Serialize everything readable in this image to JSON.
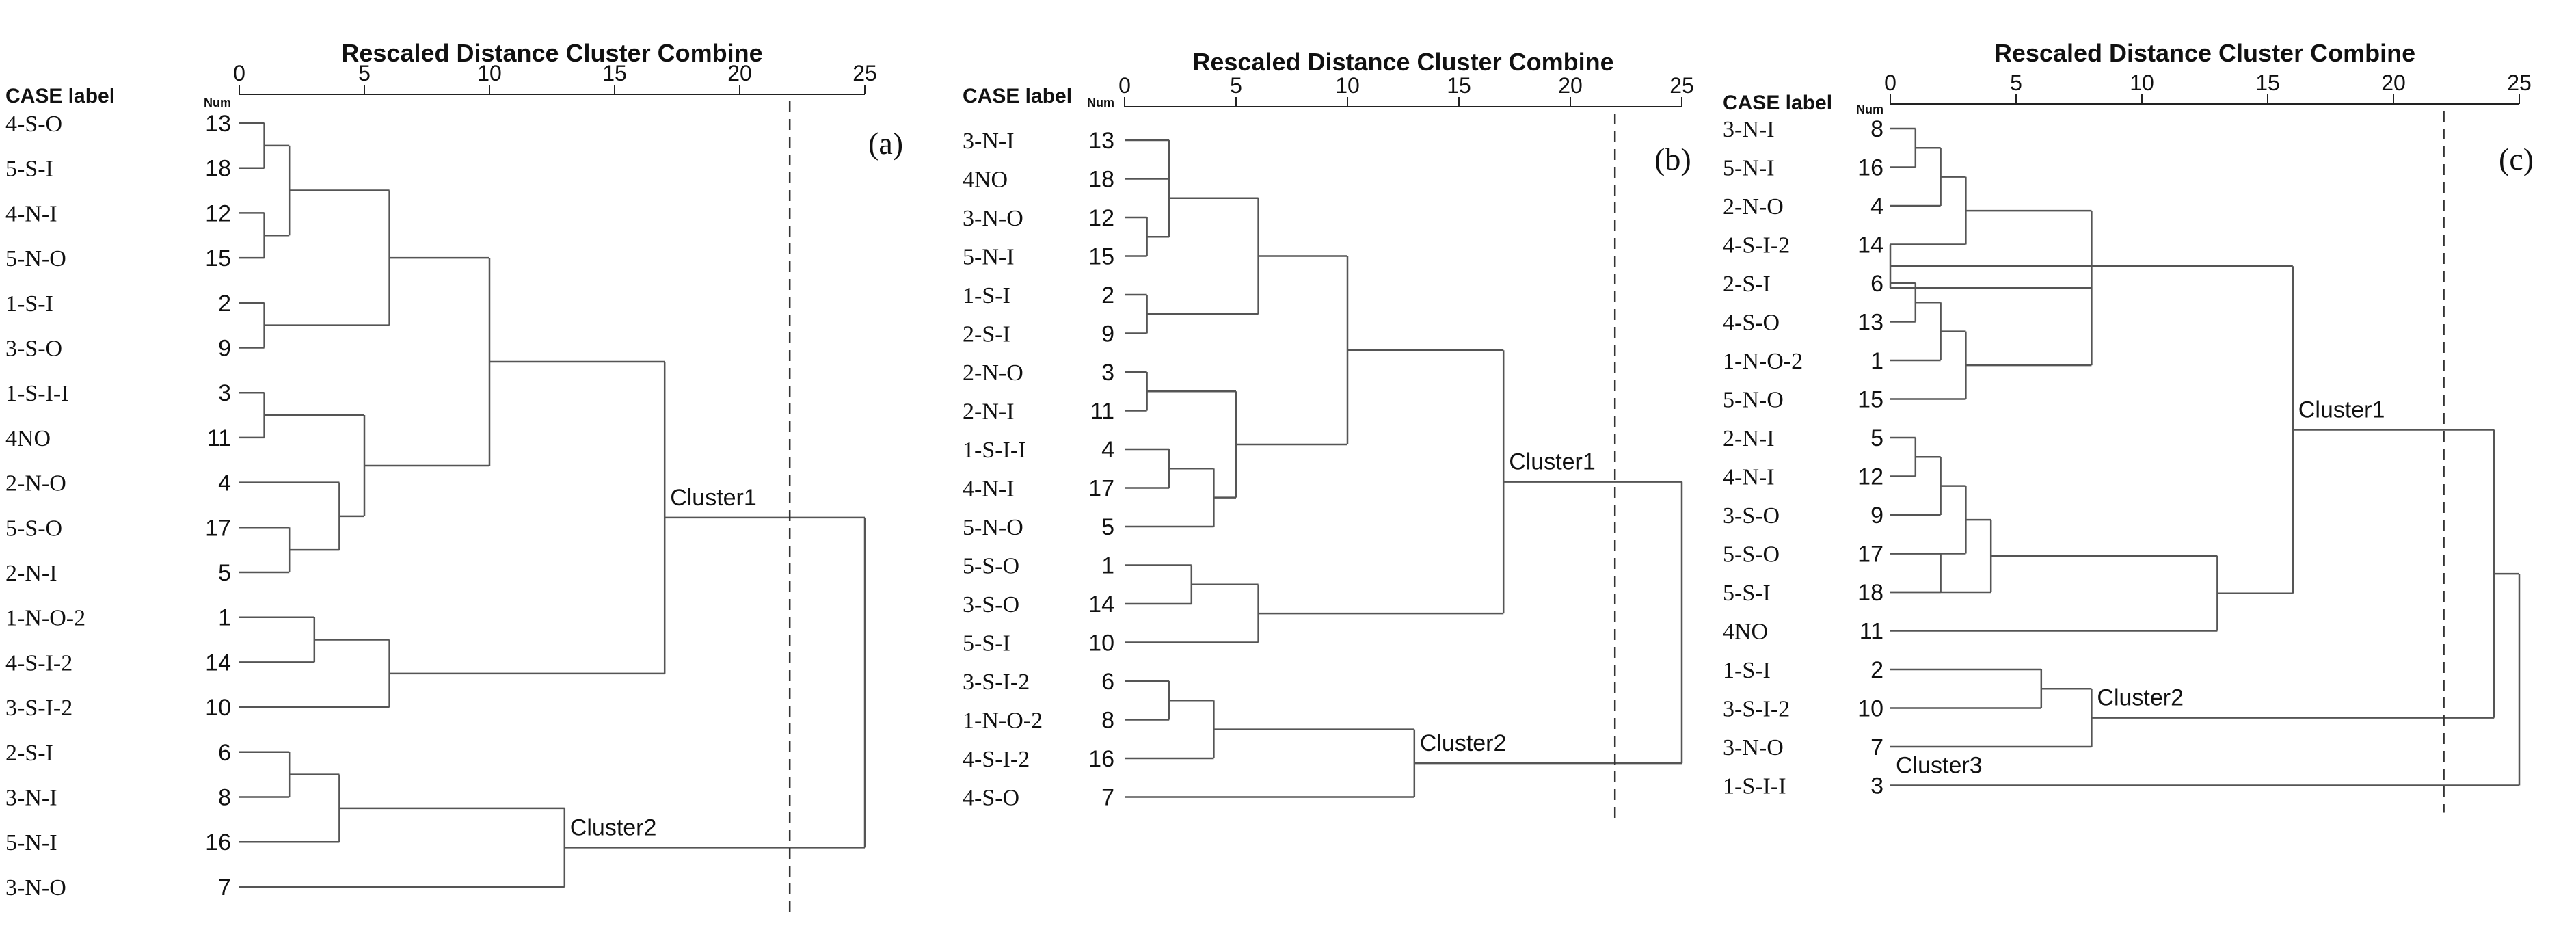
{
  "figure": {
    "panels": [
      {
        "id": "a",
        "title": "Rescaled Distance Cluster Combine",
        "case_label_header": "CASE label",
        "num_header": "Num",
        "panel_label": "(a)",
        "axis_ticks": [
          "0",
          "5",
          "10",
          "15",
          "20",
          "25"
        ],
        "cutoff_value": 22,
        "rows": [
          {
            "label": "4-S-O",
            "num": "13"
          },
          {
            "label": "5-S-I",
            "num": "18"
          },
          {
            "label": "4-N-I",
            "num": "12"
          },
          {
            "label": "5-N-O",
            "num": "15"
          },
          {
            "label": "1-S-I",
            "num": "2"
          },
          {
            "label": "3-S-O",
            "num": "9"
          },
          {
            "label": "1-S-I-I",
            "num": "3"
          },
          {
            "label": "4NO",
            "num": "11"
          },
          {
            "label": "2-N-O",
            "num": "4"
          },
          {
            "label": "5-S-O",
            "num": "17"
          },
          {
            "label": "2-N-I",
            "num": "5"
          },
          {
            "label": "1-N-O-2",
            "num": "1"
          },
          {
            "label": "4-S-I-2",
            "num": "14"
          },
          {
            "label": "3-S-I-2",
            "num": "10"
          },
          {
            "label": "2-S-I",
            "num": "6"
          },
          {
            "label": "3-N-I",
            "num": "8"
          },
          {
            "label": "5-N-I",
            "num": "16"
          },
          {
            "label": "3-N-O",
            "num": "7"
          }
        ],
        "merges": [
          [
            0,
            1,
            1
          ],
          [
            2,
            3,
            1
          ],
          [
            18,
            19,
            2
          ],
          [
            4,
            5,
            1
          ],
          [
            20,
            21,
            6
          ],
          [
            6,
            7,
            1
          ],
          [
            9,
            10,
            2
          ],
          [
            8,
            24,
            4
          ],
          [
            23,
            25,
            5
          ],
          [
            22,
            26,
            10
          ],
          [
            11,
            12,
            3
          ],
          [
            28,
            13,
            6
          ],
          [
            27,
            29,
            17
          ],
          [
            14,
            15,
            2
          ],
          [
            31,
            16,
            4
          ],
          [
            32,
            17,
            13
          ],
          [
            30,
            33,
            25
          ]
        ],
        "annotations": [
          {
            "text": "Cluster1",
            "node": 30
          },
          {
            "text": "Cluster2",
            "node": 33
          }
        ]
      },
      {
        "id": "b",
        "title": "Rescaled Distance Cluster Combine",
        "case_label_header": "CASE label",
        "num_header": "Num",
        "panel_label": "(b)",
        "axis_ticks": [
          "0",
          "5",
          "10",
          "15",
          "20",
          "25"
        ],
        "cutoff_value": 22,
        "rows": [
          {
            "label": "3-N-I",
            "num": "13"
          },
          {
            "label": "4NO",
            "num": "18"
          },
          {
            "label": "3-N-O",
            "num": "12"
          },
          {
            "label": "5-N-I",
            "num": "15"
          },
          {
            "label": "1-S-I",
            "num": "2"
          },
          {
            "label": "2-S-I",
            "num": "9"
          },
          {
            "label": "2-N-O",
            "num": "3"
          },
          {
            "label": "2-N-I",
            "num": "11"
          },
          {
            "label": "1-S-I-I",
            "num": "4"
          },
          {
            "label": "4-N-I",
            "num": "17"
          },
          {
            "label": "5-N-O",
            "num": "5"
          },
          {
            "label": "5-S-O",
            "num": "1"
          },
          {
            "label": "3-S-O",
            "num": "14"
          },
          {
            "label": "5-S-I",
            "num": "10"
          },
          {
            "label": "3-S-I-2",
            "num": "6"
          },
          {
            "label": "1-N-O-2",
            "num": "8"
          },
          {
            "label": "4-S-I-2",
            "num": "16"
          },
          {
            "label": "4-S-O",
            "num": "7"
          }
        ],
        "merges": [
          [
            0,
            1,
            2
          ],
          [
            2,
            3,
            1
          ],
          [
            18,
            19,
            2
          ],
          [
            4,
            5,
            1
          ],
          [
            20,
            21,
            6
          ],
          [
            6,
            7,
            1
          ],
          [
            8,
            9,
            2
          ],
          [
            24,
            10,
            4
          ],
          [
            23,
            25,
            5
          ],
          [
            22,
            26,
            10
          ],
          [
            11,
            12,
            3
          ],
          [
            28,
            13,
            6
          ],
          [
            27,
            29,
            17
          ],
          [
            14,
            15,
            2
          ],
          [
            31,
            16,
            4
          ],
          [
            32,
            17,
            13
          ],
          [
            30,
            33,
            25
          ]
        ],
        "annotations": [
          {
            "text": "Cluster1",
            "node": 30
          },
          {
            "text": "Cluster2",
            "node": 33
          }
        ]
      },
      {
        "id": "c",
        "title": "Rescaled Distance Cluster Combine",
        "case_label_header": "CASE label",
        "num_header": "Num",
        "panel_label": "(c)",
        "axis_ticks": [
          "0",
          "5",
          "10",
          "15",
          "20",
          "25"
        ],
        "cutoff_value": 22,
        "rows": [
          {
            "label": "3-N-I",
            "num": "8"
          },
          {
            "label": "5-N-I",
            "num": "16"
          },
          {
            "label": "2-N-O",
            "num": "4"
          },
          {
            "label": "4-S-I-2",
            "num": "14"
          },
          {
            "label": "2-S-I",
            "num": "6"
          },
          {
            "label": "4-S-O",
            "num": "13"
          },
          {
            "label": "1-N-O-2",
            "num": "1"
          },
          {
            "label": "5-N-O",
            "num": "15"
          },
          {
            "label": "2-N-I",
            "num": "5"
          },
          {
            "label": "4-N-I",
            "num": "12"
          },
          {
            "label": "3-S-O",
            "num": "9"
          },
          {
            "label": "5-S-O",
            "num": "17"
          },
          {
            "label": "5-S-I",
            "num": "18"
          },
          {
            "label": "4NO",
            "num": "11"
          },
          {
            "label": "1-S-I",
            "num": "2"
          },
          {
            "label": "3-S-I-2",
            "num": "10"
          },
          {
            "label": "3-N-O",
            "num": "7"
          },
          {
            "label": "1-S-I-I",
            "num": "3"
          }
        ],
        "merges": [
          [
            0,
            1,
            1
          ],
          [
            18,
            2,
            2
          ],
          [
            19,
            3,
            3
          ],
          [
            4,
            5,
            1
          ],
          [
            21,
            6,
            2
          ],
          [
            22,
            7,
            3
          ],
          [
            20,
            23,
            8
          ],
          [
            24,
            3,
            0
          ],
          [
            8,
            9,
            1
          ],
          [
            26,
            10,
            2
          ],
          [
            27,
            11,
            3
          ],
          [
            28,
            12,
            4
          ],
          [
            11,
            12,
            2
          ],
          [
            29,
            13,
            13
          ],
          [
            25,
            31,
            16
          ],
          [
            14,
            15,
            6
          ],
          [
            33,
            16,
            8
          ],
          [
            32,
            34,
            24
          ],
          [
            35,
            17,
            25
          ]
        ],
        "annotations": [
          {
            "text": "Cluster1",
            "node": 32
          },
          {
            "text": "Cluster2",
            "node": 34
          },
          {
            "text": "Cluster3",
            "node": 17
          }
        ]
      }
    ]
  }
}
